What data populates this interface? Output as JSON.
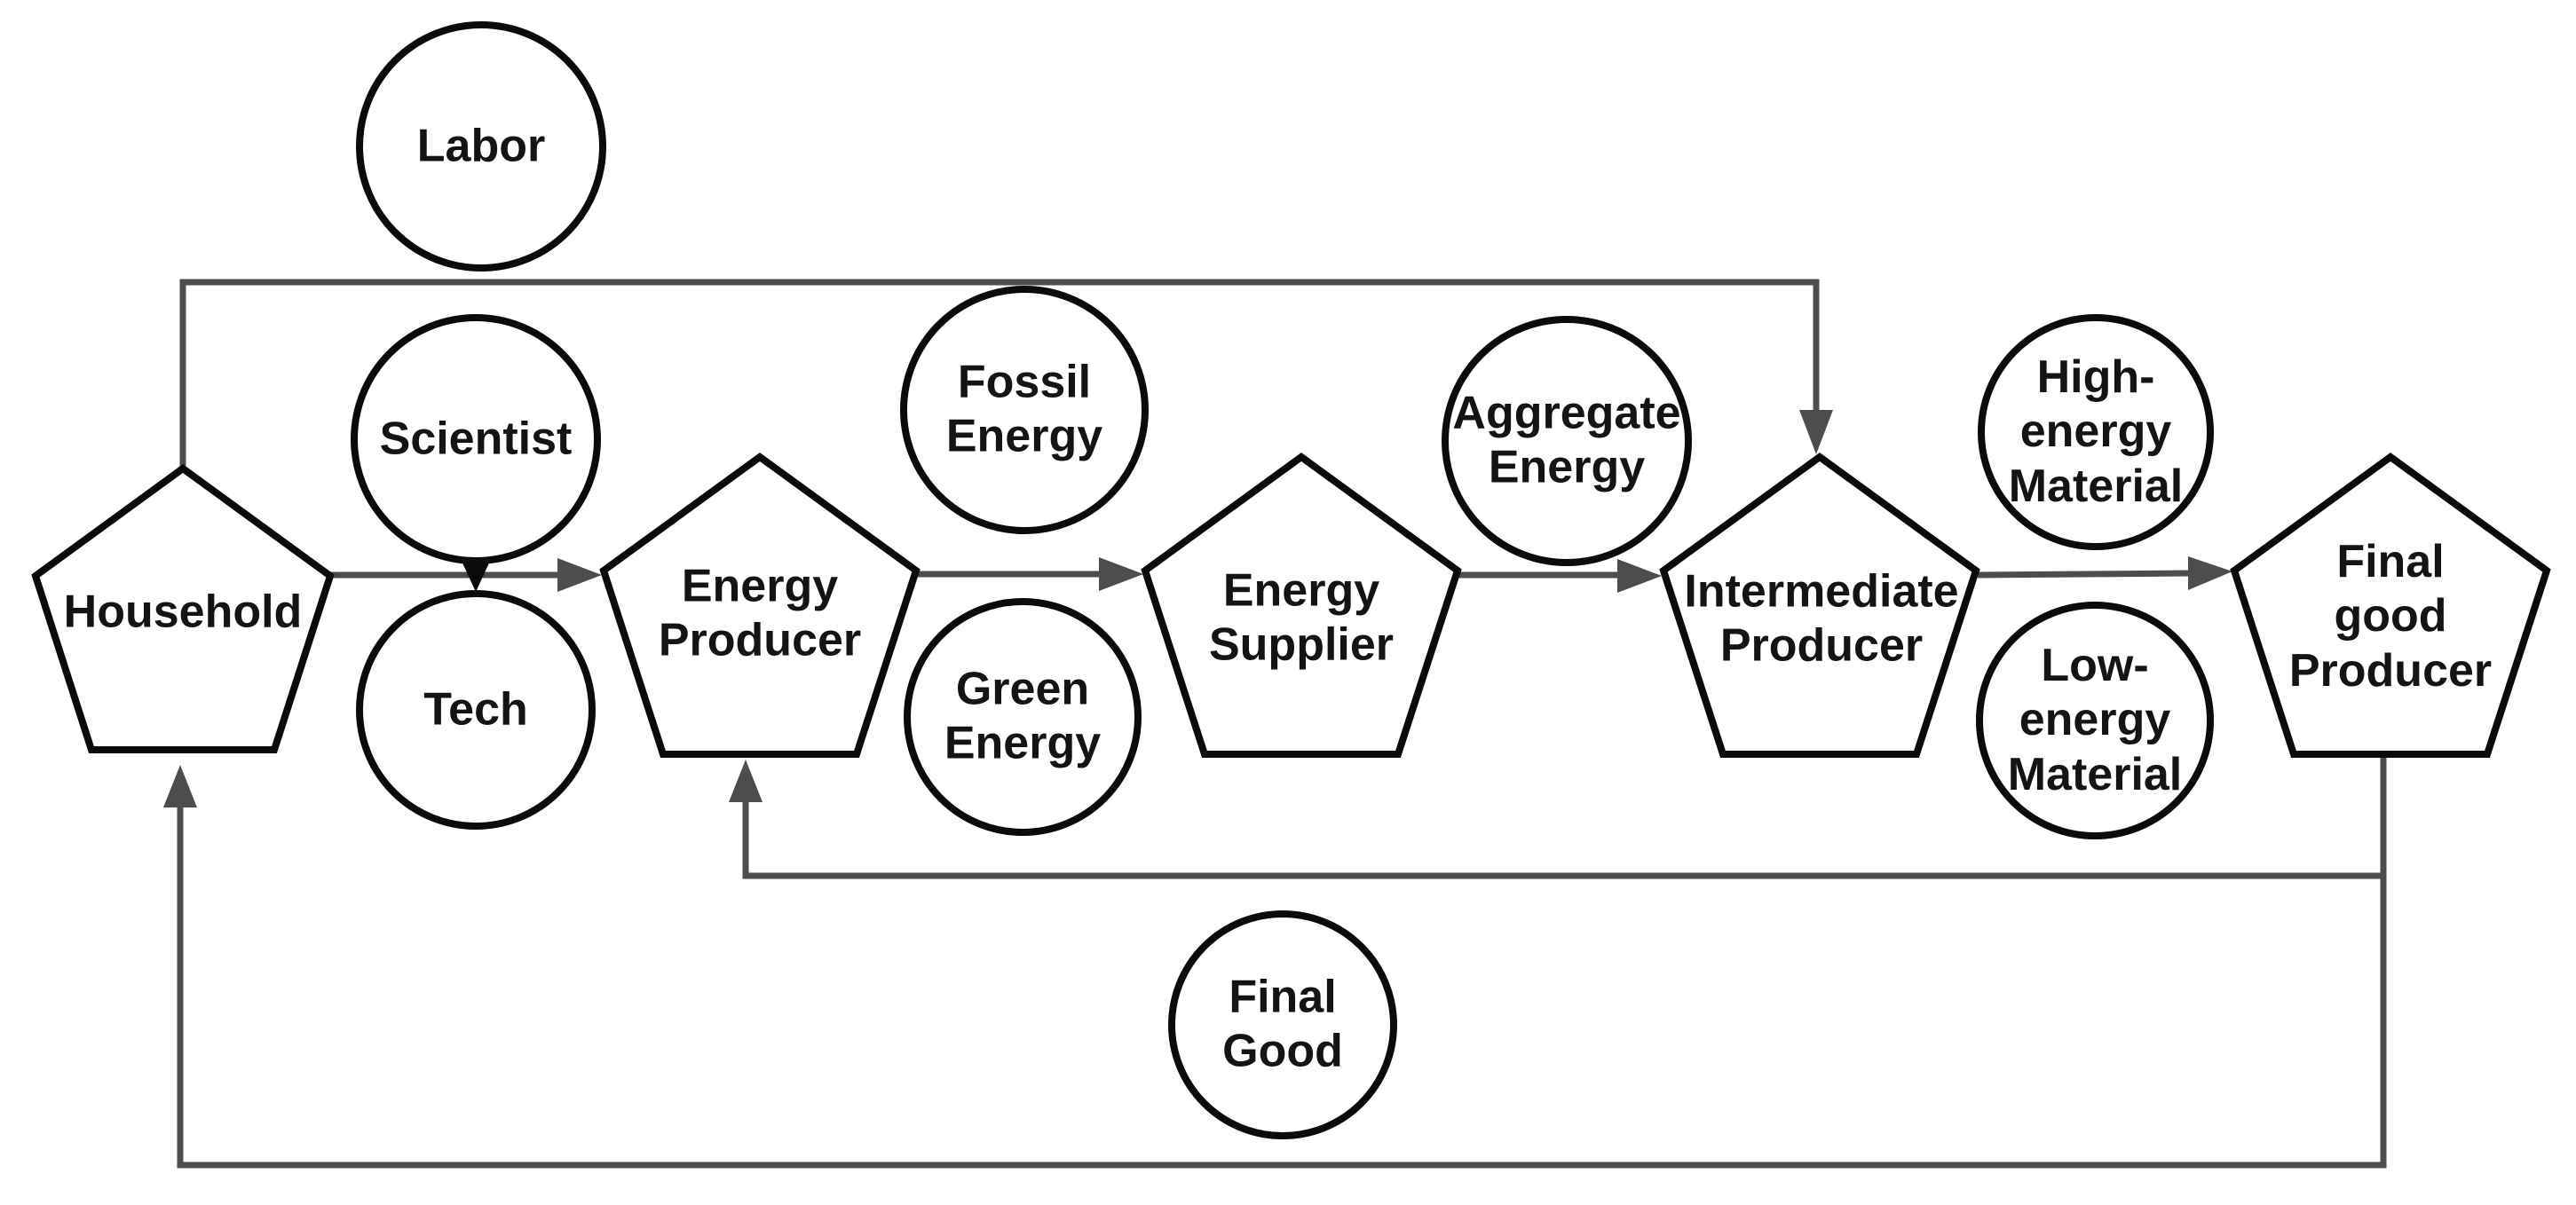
{
  "colors": {
    "background": "#ffffff",
    "shape_stroke": "#0b0b0b",
    "connector": "#4d4d4d",
    "text": "#141414"
  },
  "nodes": {
    "labor": {
      "shape": "circle",
      "label": "Labor"
    },
    "scientist": {
      "shape": "circle",
      "label": "Scientist"
    },
    "tech": {
      "shape": "circle",
      "label": "Tech"
    },
    "household": {
      "shape": "pentagon",
      "label": "Household"
    },
    "energy_producer": {
      "shape": "pentagon",
      "label": "Energy\nProducer"
    },
    "fossil_energy": {
      "shape": "circle",
      "label": "Fossil\nEnergy"
    },
    "green_energy": {
      "shape": "circle",
      "label": "Green\nEnergy"
    },
    "energy_supplier": {
      "shape": "pentagon",
      "label": "Energy\nSupplier"
    },
    "aggregate_energy": {
      "shape": "circle",
      "label": "Aggregate\nEnergy"
    },
    "intermediate_producer": {
      "shape": "pentagon",
      "label": "Intermediate\nProducer"
    },
    "high_energy_material": {
      "shape": "circle",
      "label": "High-\nenergy\nMaterial"
    },
    "low_energy_material": {
      "shape": "circle",
      "label": "Low-\nenergy\nMaterial"
    },
    "final_good_producer": {
      "shape": "pentagon",
      "label": "Final good\nProducer"
    },
    "final_good": {
      "shape": "circle",
      "label": "Final\nGood"
    }
  },
  "edges": [
    {
      "name": "household-to-intermediate-producer",
      "from": "household",
      "to": "intermediate_producer",
      "route": "up-over-top"
    },
    {
      "name": "household-to-energy-producer",
      "from": "household",
      "to": "energy_producer",
      "route": "horizontal"
    },
    {
      "name": "scientist-to-tech",
      "from": "scientist",
      "to": "tech",
      "route": "vertical"
    },
    {
      "name": "energy-producer-to-energy-supplier",
      "from": "energy_producer",
      "to": "energy_supplier",
      "route": "horizontal"
    },
    {
      "name": "energy-supplier-to-intermediate-producer",
      "from": "energy_supplier",
      "to": "intermediate_producer",
      "route": "horizontal"
    },
    {
      "name": "intermediate-producer-to-final-good-producer",
      "from": "intermediate_producer",
      "to": "final_good_producer",
      "route": "horizontal"
    },
    {
      "name": "final-good-producer-to-energy-producer",
      "from": "final_good_producer",
      "to": "energy_producer",
      "route": "down-left-up"
    },
    {
      "name": "final-good-producer-to-household",
      "from": "final_good_producer",
      "to": "household",
      "route": "down-bottom-up"
    }
  ]
}
